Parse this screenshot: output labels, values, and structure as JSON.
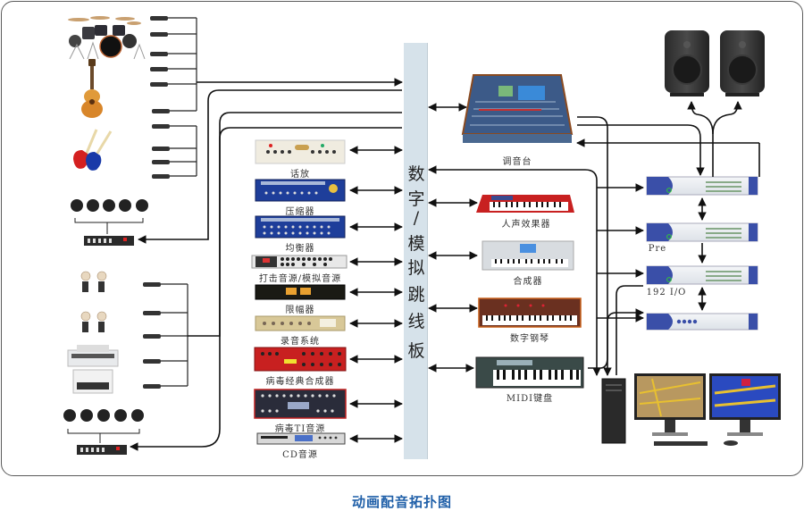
{
  "diagram": {
    "caption": "动画配音拓扑图",
    "patchbay": {
      "label_chars": [
        "数",
        "字",
        "/",
        "模",
        "拟",
        "跳",
        "线",
        "板"
      ],
      "label": "数字/模拟跳线板"
    },
    "rack_devices": [
      {
        "id": "talk",
        "label": "话放"
      },
      {
        "id": "compressor",
        "label": "压缩器"
      },
      {
        "id": "eq",
        "label": "均衡器"
      },
      {
        "id": "drum-source",
        "label": "打击音源/模拟音源"
      },
      {
        "id": "limiter",
        "label": "限幅器"
      },
      {
        "id": "recording",
        "label": "录音系统"
      },
      {
        "id": "virus-classic",
        "label": "病毒经典合成器"
      },
      {
        "id": "virus-ti",
        "label": "病毒TI音源"
      },
      {
        "id": "cd",
        "label": "CD音源"
      }
    ],
    "right_devices": [
      {
        "id": "mixer",
        "label": "调音台"
      },
      {
        "id": "vocal-fx",
        "label": "人声效果器"
      },
      {
        "id": "synth",
        "label": "合成器"
      },
      {
        "id": "digital-piano",
        "label": "数字钢琴"
      },
      {
        "id": "midi-keyboard",
        "label": "MIDI键盘"
      }
    ],
    "interfaces": [
      {
        "id": "if1",
        "label": ""
      },
      {
        "id": "if2",
        "label": "Pre"
      },
      {
        "id": "if3",
        "label": "192 I/O"
      },
      {
        "id": "if4",
        "label": ""
      }
    ],
    "left_sources": [
      "drum-kit",
      "acoustic-guitar",
      "electric-guitars",
      "headphone-group",
      "microphones",
      "organ",
      "headphone-group"
    ],
    "colors": {
      "caption": "#1f5fa8",
      "patchbay": "#d6e2ea",
      "line": "#111111",
      "interface_blue": "#3a4fa8"
    }
  }
}
